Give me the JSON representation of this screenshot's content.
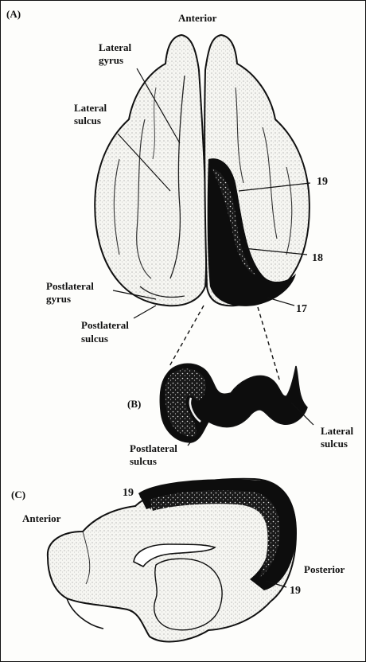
{
  "panels": {
    "a": "(A)",
    "b": "(B)",
    "c": "(C)"
  },
  "panel_a": {
    "anterior": "Anterior",
    "lateral_gyrus_1": "Lateral",
    "lateral_gyrus_2": "gyrus",
    "lateral_sulcus_1": "Lateral",
    "lateral_sulcus_2": "sulcus",
    "postlateral_gyrus_1": "Postlateral",
    "postlateral_gyrus_2": "gyrus",
    "postlateral_sulcus_1": "Postlateral",
    "postlateral_sulcus_2": "sulcus",
    "area_19": "19",
    "area_18": "18",
    "area_17": "17"
  },
  "panel_b": {
    "postlateral_sulcus_1": "Postlateral",
    "postlateral_sulcus_2": "sulcus",
    "lateral_sulcus_1": "Lateral",
    "lateral_sulcus_2": "sulcus"
  },
  "panel_c": {
    "anterior": "Anterior",
    "posterior": "Posterior",
    "area_19_top": "19",
    "area_19_bottom": "19"
  },
  "colors": {
    "ink": "#111111",
    "brain_fill": "#f4f4f0",
    "dark_region": "#0d0d0d"
  }
}
